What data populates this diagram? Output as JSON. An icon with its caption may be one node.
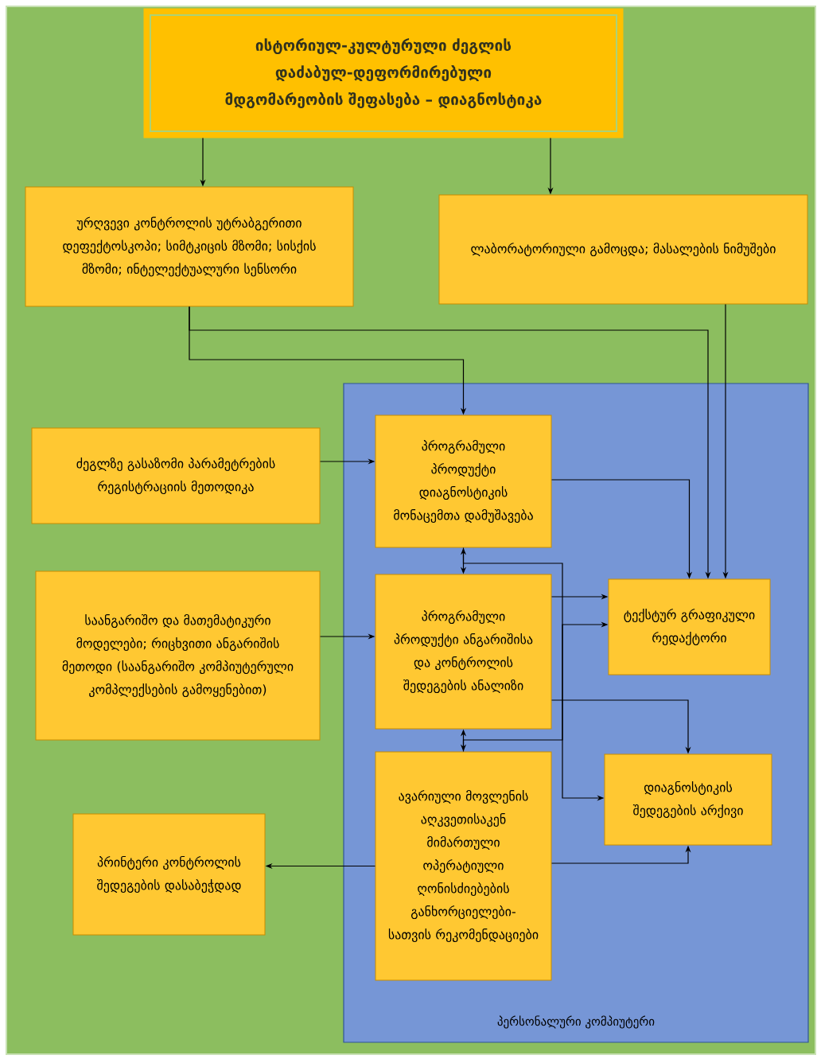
{
  "diagram": {
    "nodes": [
      {
        "text": [
          "ისტორიულ-კულტურული ძეგლის დაძაბულ-დეფორმირებული მდგომარეობის შეფასება – დიაგნოსტიკა"
        ]
      },
      {
        "text": [
          "ურღვევი კონტროლის უტრაბგერითი დეფექტოსკოპი; სიმტკიცის მზომი; სისქის მზომი; ინტელექტუალური სენსორი"
        ]
      },
      {
        "text": [
          "ლაბორატორიული გამოცდა; მასალების ნიმუშები"
        ]
      },
      {
        "text": [
          "ძეგლზე გასაზომი პარამეტრების რეგისტრაციის მეთოდიკა"
        ]
      },
      {
        "text": [
          "პერსონალური კომპიუტერი"
        ]
      },
      {
        "text": [
          "პროგრამული პროდუქტი დიაგნოსტიკის მონაცემთა დამუშავება"
        ],
        "in": 4
      },
      {
        "text": [
          "საანგარიშო და მათემატიკური მოდელები; რიცხვითი ანგარიშის მეთოდი (საანგარიშო კომპიუტერული კომპლექსების გამოყენებით)"
        ]
      },
      {
        "text": [
          "პროგრამული პროდუქტი ანგარიშისა და კონტროლის შედეგების ანალიზი"
        ],
        "in": 4
      },
      {
        "text": [
          "ტექსტურ გრაფიკული რედაქტორი"
        ],
        "in": 4
      },
      {
        "text": [
          "დიაგნოსტიკის შედეგების არქივი"
        ],
        "in": 4
      },
      {
        "text": [
          "პრინტერი კონტროლის შედეგების დასაბეჭდად"
        ]
      },
      {
        "text": [
          "ავარიული მოვლენის აღკვეთისაკენ მიმართული ოპერატიული ღონისძიებების განხორციელები- სათვის რეკომენდაციები"
        ],
        "in": 4
      }
    ],
    "edges": [
      {
        "from": 0,
        "to": 1,
        "arrow": "to"
      },
      {
        "from": 0,
        "to": 2,
        "arrow": "to"
      },
      {
        "from": 1,
        "to": 5,
        "arrow": "to"
      },
      {
        "from": 1,
        "to": 8,
        "arrow": "to"
      },
      {
        "from": 2,
        "to": 8,
        "arrow": "to"
      },
      {
        "from": 3,
        "to": 5,
        "arrow": "to"
      },
      {
        "from": 5,
        "to": 8,
        "arrow": "to"
      },
      {
        "from": 5,
        "to": 7,
        "arrow": "both"
      },
      {
        "from": 6,
        "to": 7,
        "arrow": "to"
      },
      {
        "from": 7,
        "to": 8,
        "arrow": "to"
      },
      {
        "from": 5,
        "to": 9,
        "arrow": "to"
      },
      {
        "from": 11,
        "to": 8,
        "arrow": "to"
      },
      {
        "from": 7,
        "to": 9,
        "arrow": "to"
      },
      {
        "from": 7,
        "to": 11,
        "arrow": "both"
      },
      {
        "from": 11,
        "to": 10,
        "arrow": "to"
      },
      {
        "from": 11,
        "to": 9,
        "arrow": "to"
      }
    ]
  }
}
